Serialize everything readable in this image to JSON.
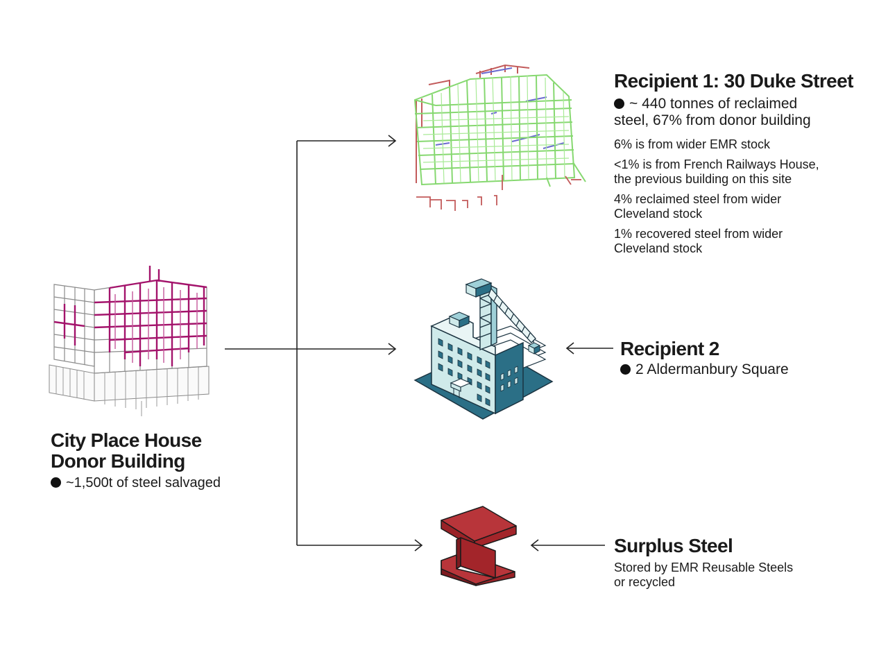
{
  "donor": {
    "title_line1": "City Place House",
    "title_line2": "Donor Building",
    "bullet": "~1,500t of steel salvaged"
  },
  "recipient1": {
    "title": "Recipient 1: 30 Duke Street",
    "bullet_line1": "~ 440 tonnes of reclaimed",
    "bullet_line2": "steel, 67% from donor building",
    "notes": [
      {
        "line1": "6% is from wider EMR stock",
        "line2": ""
      },
      {
        "line1": "<1% is from French Railways House,",
        "line2": "the previous building on this site"
      },
      {
        "line1": "4% reclaimed steel from wider",
        "line2": "Cleveland stock"
      },
      {
        "line1": "1% recovered steel from wider",
        "line2": "Cleveland stock"
      }
    ]
  },
  "recipient2": {
    "title": "Recipient 2",
    "bullet": "2 Aldermanbury Square"
  },
  "surplus": {
    "title": "Surplus Steel",
    "line1": "Stored by EMR Reusable Steels",
    "line2": "or recycled"
  },
  "icons": {
    "donor_building": "steel-frame-building-magenta",
    "recipient1_building": "steel-frame-building-green",
    "recipient2_building": "building-with-crane",
    "surplus": "steel-i-beam"
  },
  "colors": {
    "donor_steel": "#a3136b",
    "recipient1_steel": "#8ee27a",
    "recipient2_teal": "#2b6f86",
    "recipient2_light": "#cfeaea",
    "surplus_red": "#a3252a",
    "line": "#222222"
  }
}
